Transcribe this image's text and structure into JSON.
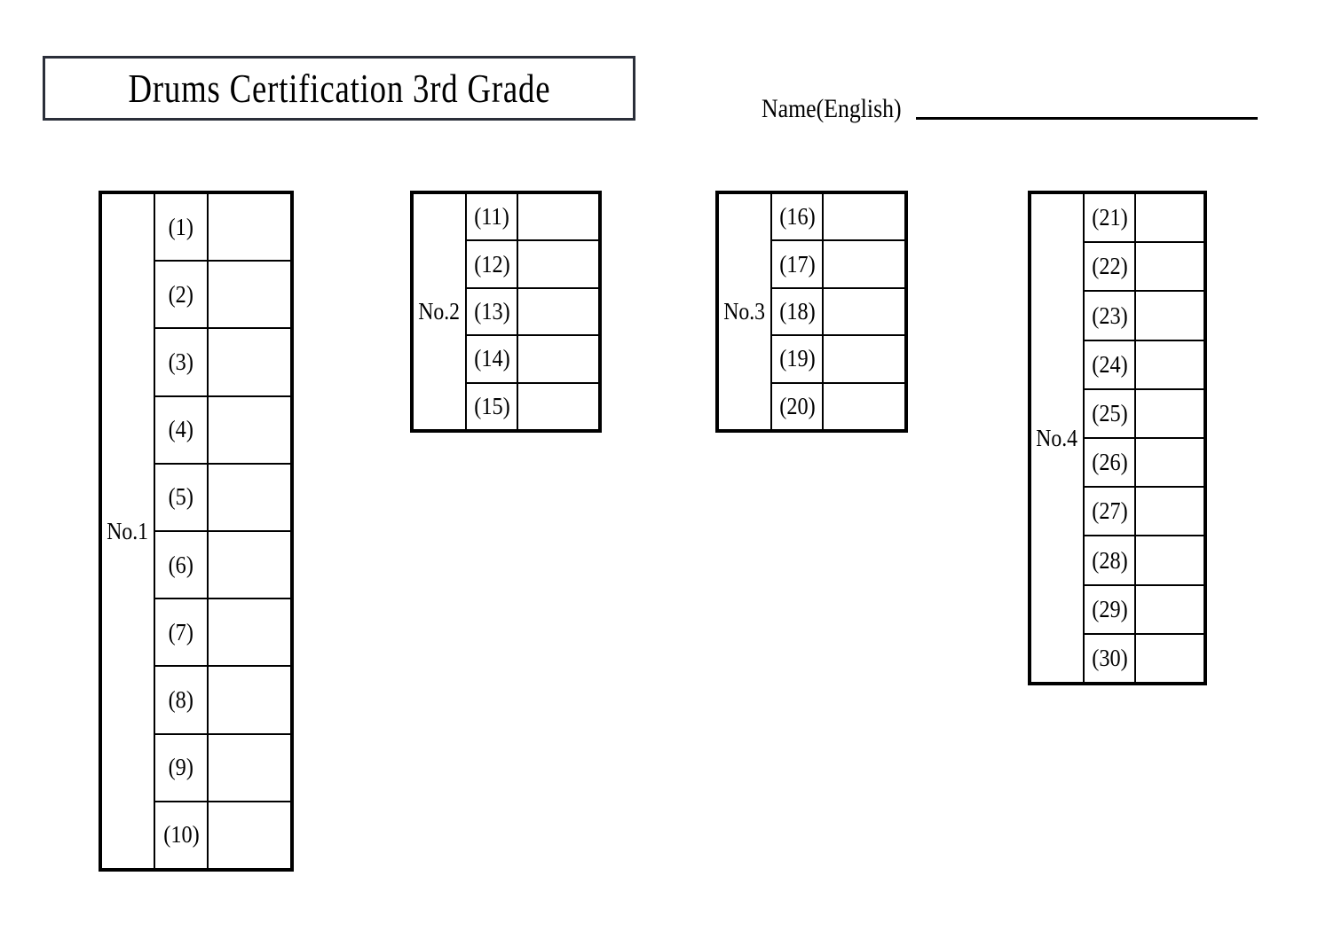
{
  "sheet": {
    "title": "Drums Certification 3rd Grade",
    "name_label": "Name(English)",
    "name_value": ""
  },
  "colors": {
    "title_border": "#2b2f3a",
    "table_border": "#000000",
    "grid_line": "#000000",
    "text": "#000000",
    "page_background": "#ffffff"
  },
  "tables": [
    {
      "label": "No.1",
      "rows": [
        {
          "number": "(1)",
          "answer": ""
        },
        {
          "number": "(2)",
          "answer": ""
        },
        {
          "number": "(3)",
          "answer": ""
        },
        {
          "number": "(4)",
          "answer": ""
        },
        {
          "number": "(5)",
          "answer": ""
        },
        {
          "number": "(6)",
          "answer": ""
        },
        {
          "number": "(7)",
          "answer": ""
        },
        {
          "number": "(8)",
          "answer": ""
        },
        {
          "number": "(9)",
          "answer": ""
        },
        {
          "number": "(10)",
          "answer": ""
        }
      ]
    },
    {
      "label": "No.2",
      "rows": [
        {
          "number": "(11)",
          "answer": ""
        },
        {
          "number": "(12)",
          "answer": ""
        },
        {
          "number": "(13)",
          "answer": ""
        },
        {
          "number": "(14)",
          "answer": ""
        },
        {
          "number": "(15)",
          "answer": ""
        }
      ]
    },
    {
      "label": "No.3",
      "rows": [
        {
          "number": "(16)",
          "answer": ""
        },
        {
          "number": "(17)",
          "answer": ""
        },
        {
          "number": "(18)",
          "answer": ""
        },
        {
          "number": "(19)",
          "answer": ""
        },
        {
          "number": "(20)",
          "answer": ""
        }
      ]
    },
    {
      "label": "No.4",
      "rows": [
        {
          "number": "(21)",
          "answer": ""
        },
        {
          "number": "(22)",
          "answer": ""
        },
        {
          "number": "(23)",
          "answer": ""
        },
        {
          "number": "(24)",
          "answer": ""
        },
        {
          "number": "(25)",
          "answer": ""
        },
        {
          "number": "(26)",
          "answer": ""
        },
        {
          "number": "(27)",
          "answer": ""
        },
        {
          "number": "(28)",
          "answer": ""
        },
        {
          "number": "(29)",
          "answer": ""
        },
        {
          "number": "(30)",
          "answer": ""
        }
      ]
    }
  ]
}
